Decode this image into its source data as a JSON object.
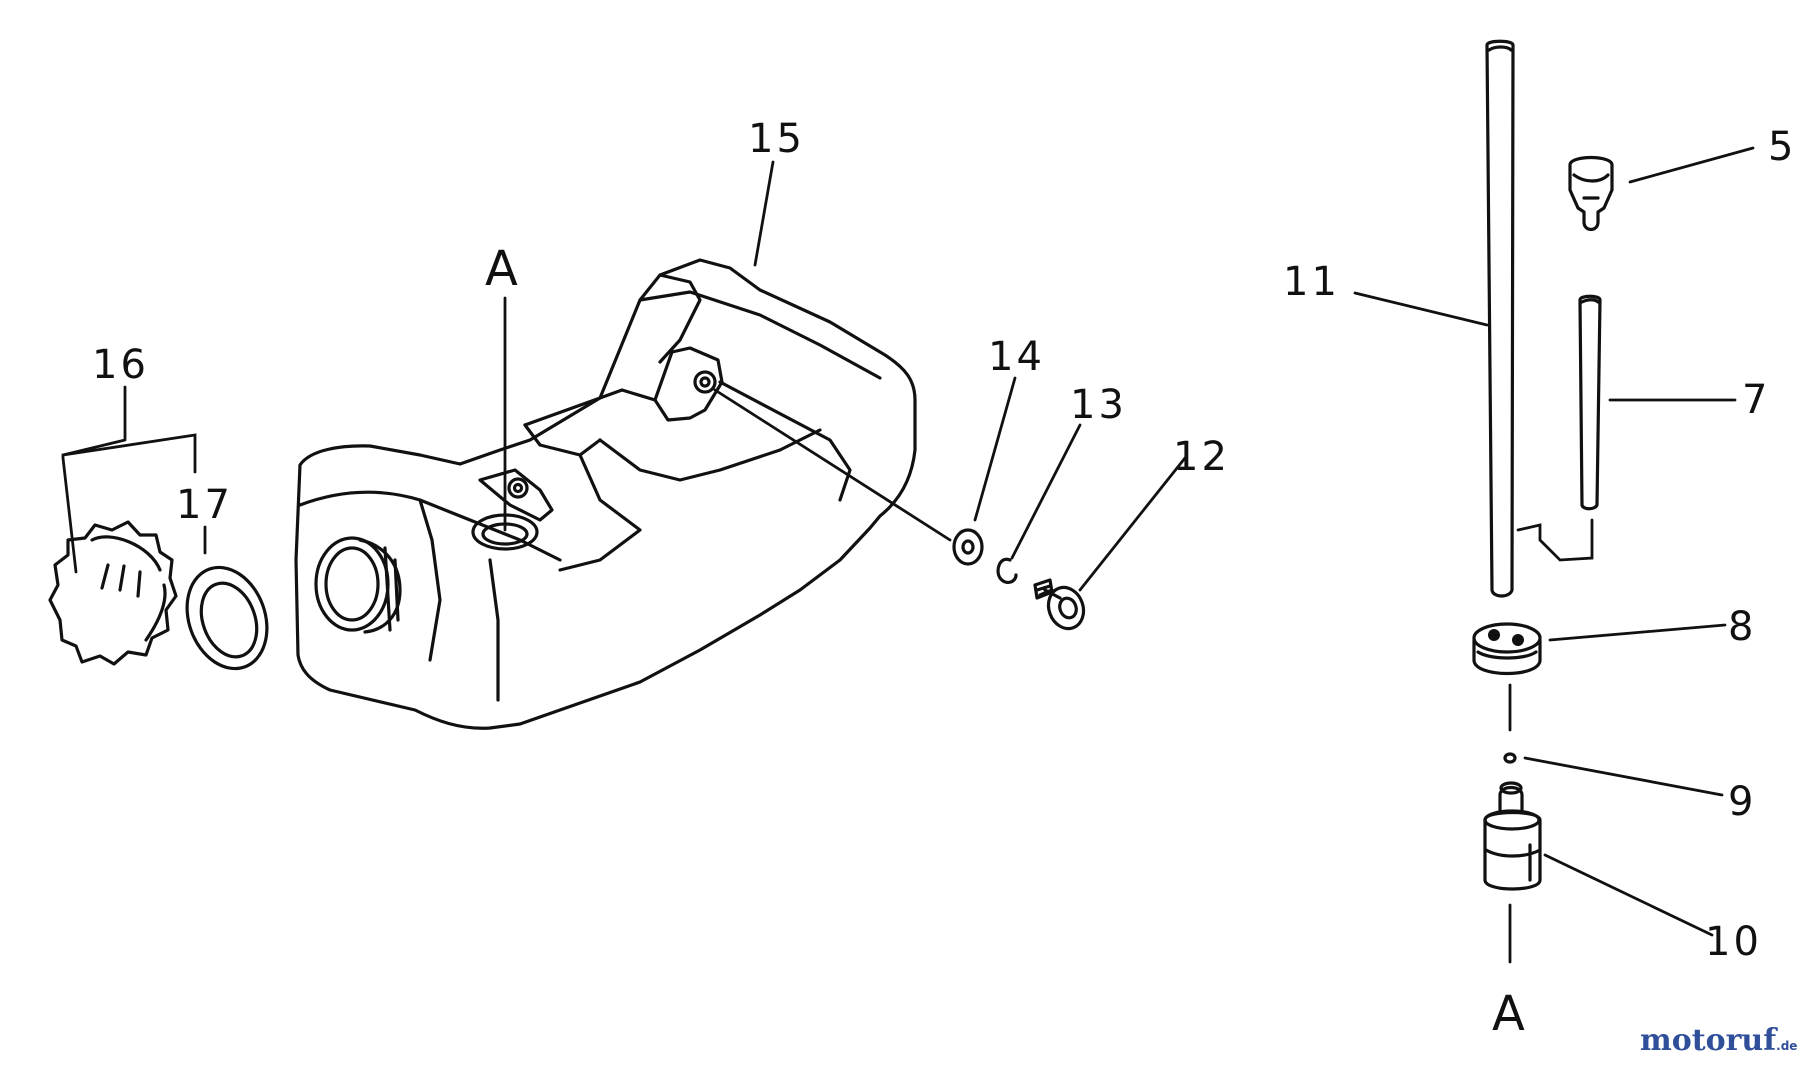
{
  "diagram": {
    "callouts": {
      "c5": "5",
      "c7": "7",
      "c8": "8",
      "c9": "9",
      "c10": "10",
      "c11": "11",
      "c12": "12",
      "c13": "13",
      "c14": "14",
      "c15": "15",
      "c16": "16",
      "c17": "17"
    },
    "connector_marks": {
      "top": "A",
      "bottom": "A"
    }
  },
  "watermark": {
    "brand": "motoruf",
    "suffix": ".de",
    "colors": {
      "moto": "#2f4f9a",
      "ruf": "#c8891a"
    }
  }
}
